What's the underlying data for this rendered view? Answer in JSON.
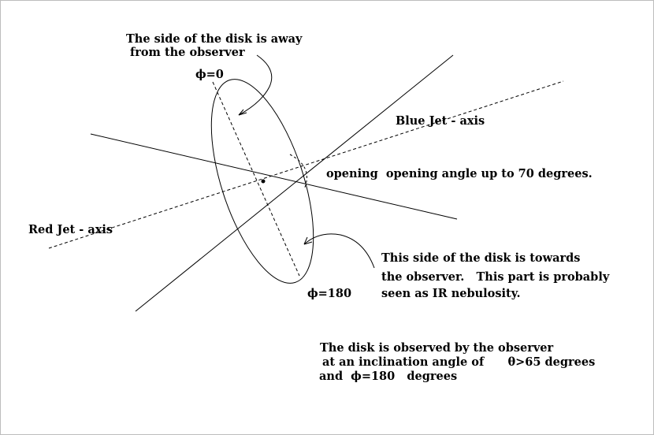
{
  "labels": {
    "side_away_line1": "The side of the disk is away",
    "side_away_line2": "from the observer",
    "phi0": "ϕ=0",
    "blue_jet": "Blue Jet - axis",
    "opening": "opening  opening angle up to 70 degrees.",
    "red_jet": "Red Jet - axis",
    "towards_line1": "This side of the disk is towards",
    "towards_line2": "the observer.   This part is probably",
    "towards_line3": "seen as IR nebulosity.",
    "phi180": "ϕ=180",
    "note_line1": "The disk is observed by the observer",
    "note_line2": "at an inclination angle of      θ>65 degrees",
    "note_line3": "and  ϕ=180   degrees"
  }
}
